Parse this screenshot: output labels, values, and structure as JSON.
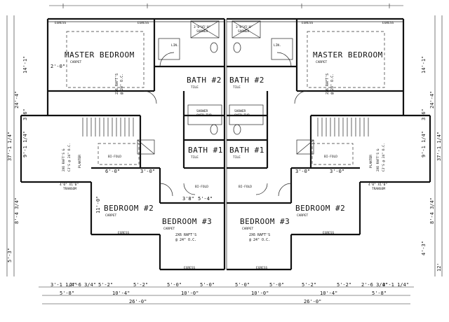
{
  "rooms": {
    "master_left": {
      "name": "MASTER BEDROOM",
      "finish": "CARPET",
      "spec": [
        "2X6 RAFT'S",
        "@ 24\" O.C."
      ]
    },
    "master_right": {
      "name": "MASTER BEDROOM",
      "finish": "CARPET",
      "spec": [
        "2X6 RAFT'S",
        "@ 24\" O.C."
      ]
    },
    "bath2_left": {
      "name": "BATH #2",
      "finish": "TILE"
    },
    "bath2_right": {
      "name": "BATH #2",
      "finish": "TILE"
    },
    "bath1_left": {
      "name": "BATH #1",
      "finish": "TILE"
    },
    "bath1_right": {
      "name": "BATH #1",
      "finish": "TILE"
    },
    "bed2_left": {
      "name": "BEDROOM #2",
      "finish": "CARPET"
    },
    "bed2_right": {
      "name": "BEDROOM #2",
      "finish": "CARPET"
    },
    "bed3_left": {
      "name": "BEDROOM #3",
      "finish": "CARPET",
      "spec": [
        "2X6 RAFT'S",
        "@ 24\" O.C."
      ]
    },
    "bed3_right": {
      "name": "BEDROOM #3",
      "finish": "CARPET",
      "spec": [
        "2X6 RAFT'S",
        "@ 24\" O.C."
      ]
    }
  },
  "notes": {
    "shower": "SHOWER",
    "shower_over_tub": [
      "SHOWER",
      "OVER TUB"
    ],
    "lin": "LIN.",
    "egress": "EGRESS",
    "transom": [
      "4'0\" X1'0\"",
      "TRANSOM"
    ],
    "bifold": "BI-FOLD",
    "planter": "PLANTER",
    "raft_vert": [
      "2X6 RAFT'S &",
      "2X6",
      "CJ'S @ 24\" O.C."
    ],
    "shower_size": "3'6\"X5'0\""
  },
  "dims_bottom_row1": [
    "3'-1 1/4\"",
    "2'-6 3/4\"",
    "5'-2\"",
    "5'-2\"",
    "5'-0\"",
    "5'-0\"",
    "5'-0\"",
    "5'-0\"",
    "5'-2\"",
    "5'-2\"",
    "2'-6 3/4\"",
    "3'-1 1/4\""
  ],
  "dims_bottom_row2": [
    "5'-8\"",
    "10'-4\"",
    "10'-0\"",
    "10'-0\"",
    "10'-4\"",
    "5'-8\""
  ],
  "dims_bottom_row3": [
    "26'-0\"",
    "26'-0\""
  ],
  "dims_left": [
    "14'-1\"",
    "24'-4\"",
    "3'6\"",
    "37'-1 1/4\"",
    "9'-1 1/4\"",
    "8'-4 3/4\"",
    "5'-3\""
  ],
  "dims_right": [
    "14'-1\"",
    "24'-4\"",
    "3'6\"",
    "37'-1 1/4\"",
    "9'-1 1/4\"",
    "8'-4 3/4\"",
    "4'-3\"",
    "12'"
  ],
  "small_dims": [
    "2'-0\"",
    "6'-0\"",
    "3'-0\"",
    "3'-0\"",
    "3'-0\"",
    "5'-4\"",
    "3'8\"",
    "11'-0\""
  ]
}
